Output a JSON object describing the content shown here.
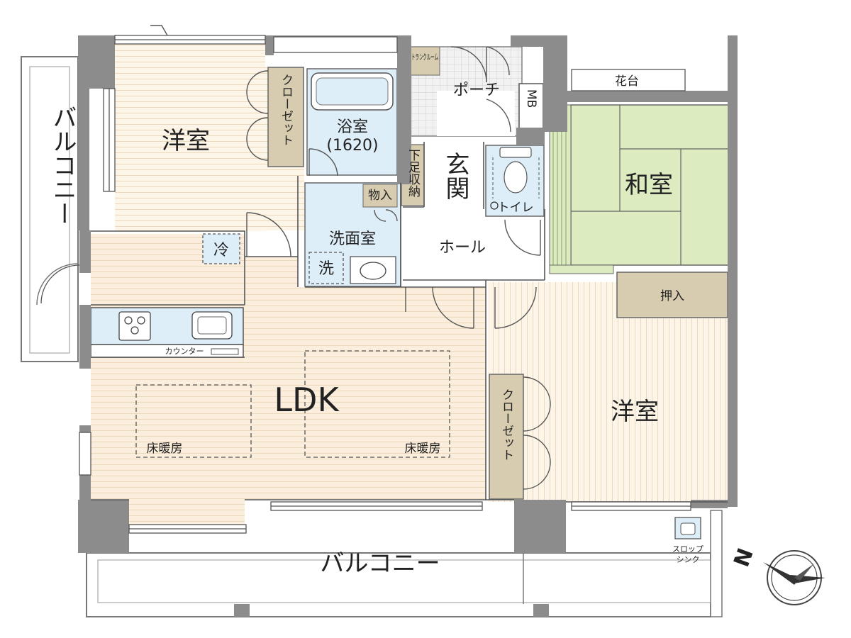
{
  "rooms": {
    "western_room_nw": "洋室",
    "western_room_se": "洋室",
    "japanese_room": "和室",
    "ldk": "LDK",
    "bathroom": "浴室",
    "bathroom_size": "(1620)",
    "washroom": "洗面室",
    "hall": "ホール",
    "entrance": "玄関",
    "porch": "ポーチ",
    "toilet": "トイレ",
    "storage_push": "押入",
    "storage_small": "物入",
    "shoe_storage": "下足収納",
    "trunk_room": "トランクルーム",
    "meter_box": "MB",
    "closet_nw": "クローゼット",
    "closet_se": "クローゼット"
  },
  "fixtures": {
    "fridge": "冷",
    "washer": "洗",
    "counter": "カウンター",
    "floor_heating_left": "床暖房",
    "floor_heating_right": "床暖房",
    "flower_stand": "花台",
    "slop_sink_line1": "スロップ",
    "slop_sink_line2": "シンク"
  },
  "balconies": {
    "west": "バルコニー",
    "south": "バルコニー"
  },
  "compass": {
    "north_label": "N"
  },
  "colors": {
    "wall": "#8c8c8c",
    "floor_beige": "#fbeedd",
    "floor_cream": "#fdf6e8",
    "wet_blue": "#deeef8",
    "tatami": "#dcebc0",
    "storage_tan": "#d7ccaf",
    "line": "#555555"
  }
}
